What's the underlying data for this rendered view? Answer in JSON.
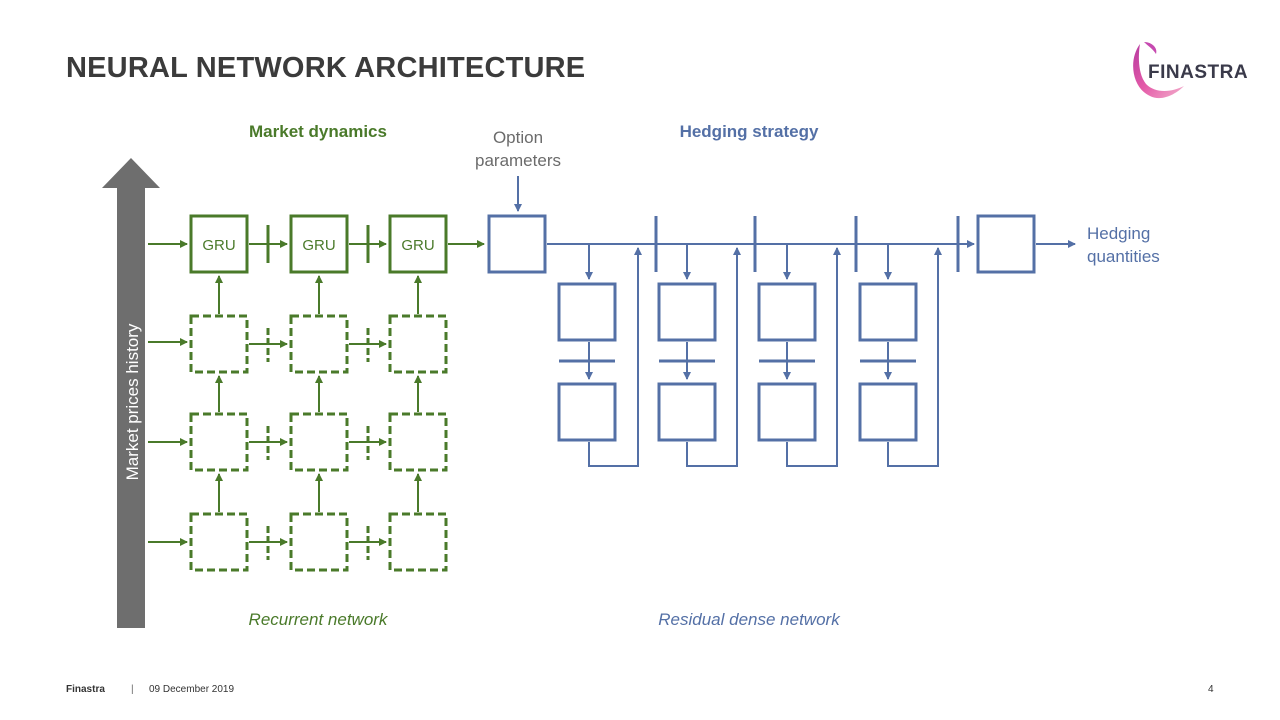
{
  "slide": {
    "title": "NEURAL NETWORK ARCHITECTURE",
    "logo_text": "FINASTRA"
  },
  "labels": {
    "market_dynamics": "Market dynamics",
    "hedging_strategy": "Hedging strategy",
    "option_parameters_line1": "Option",
    "option_parameters_line2": "parameters",
    "hedging_quantities_line1": "Hedging",
    "hedging_quantities_line2": "quantities",
    "market_prices_history": "Market prices history",
    "recurrent_network": "Recurrent network",
    "residual_dense_network": "Residual dense network",
    "gru": "GRU"
  },
  "footer": {
    "brand": "Finastra",
    "separator": "|",
    "date": "09 December 2019",
    "page": "4"
  },
  "colors": {
    "green": "#4a7a2a",
    "blue": "#5470a6",
    "gray_arrow": "#6e6e6e",
    "title": "#3b3b3b",
    "logo_gradient": [
      "#c0389a",
      "#e45aa8",
      "#f3a6c8"
    ]
  }
}
